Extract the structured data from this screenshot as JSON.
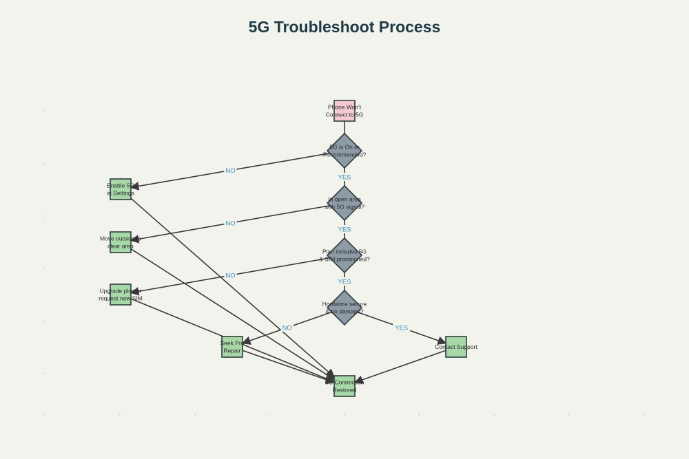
{
  "title": "5G Troubleshoot Process",
  "colors": {
    "background": "#f3f3ee",
    "start_fill": "#f4c9d0",
    "decision_fill": "#8e9aa6",
    "process_fill": "#a8d8a8",
    "stroke": "#2f3b3b",
    "edge": "#3a3a3a",
    "edge_label": "#3a8fb7"
  },
  "nodes": [
    {
      "id": "start",
      "type": "start",
      "lines": [
        "Phone Won't",
        "Connect to 5G"
      ]
    },
    {
      "id": "d1",
      "type": "decision",
      "lines": [
        "5G is On or",
        "Recommended?"
      ]
    },
    {
      "id": "d2",
      "type": "decision",
      "lines": [
        "In open area",
        "with 5G signal?"
      ]
    },
    {
      "id": "d3",
      "type": "decision",
      "lines": [
        "Plan includes 5G",
        "& SIM provisioned?"
      ]
    },
    {
      "id": "d4",
      "type": "decision",
      "lines": [
        "Hardware secure",
        "& no damage?"
      ]
    },
    {
      "id": "enable",
      "type": "process",
      "lines": [
        "Enable 5G",
        "in Settings"
      ]
    },
    {
      "id": "move",
      "type": "process",
      "lines": [
        "Move outside to",
        "clear area"
      ]
    },
    {
      "id": "upgrade",
      "type": "process",
      "lines": [
        "Upgrade plan or",
        "request new SIM"
      ]
    },
    {
      "id": "repair",
      "type": "process",
      "lines": [
        "Seek Pro",
        "Repair"
      ]
    },
    {
      "id": "support",
      "type": "process",
      "lines": [
        "Contact Support"
      ]
    },
    {
      "id": "end",
      "type": "process",
      "lines": [
        "5G Connection",
        "Restored"
      ]
    }
  ],
  "edges": [
    {
      "from": "start",
      "to": "d1",
      "label": "",
      "arrow": false
    },
    {
      "from": "d1",
      "to": "enable",
      "label": "NO",
      "arrow": true
    },
    {
      "from": "d1",
      "to": "d2",
      "label": "YES",
      "arrow": false
    },
    {
      "from": "d2",
      "to": "move",
      "label": "NO",
      "arrow": true
    },
    {
      "from": "d2",
      "to": "d3",
      "label": "YES",
      "arrow": false
    },
    {
      "from": "d3",
      "to": "upgrade",
      "label": "NO",
      "arrow": true
    },
    {
      "from": "d3",
      "to": "d4",
      "label": "YES",
      "arrow": false
    },
    {
      "from": "d4",
      "to": "repair",
      "label": "NO",
      "arrow": true
    },
    {
      "from": "d4",
      "to": "support",
      "label": "YES",
      "arrow": true
    },
    {
      "from": "enable",
      "to": "end",
      "label": "",
      "arrow": true
    },
    {
      "from": "move",
      "to": "end",
      "label": "",
      "arrow": true
    },
    {
      "from": "upgrade",
      "to": "end",
      "label": "",
      "arrow": true
    },
    {
      "from": "repair",
      "to": "end",
      "label": "",
      "arrow": true
    },
    {
      "from": "support",
      "to": "end",
      "label": "",
      "arrow": true
    }
  ]
}
